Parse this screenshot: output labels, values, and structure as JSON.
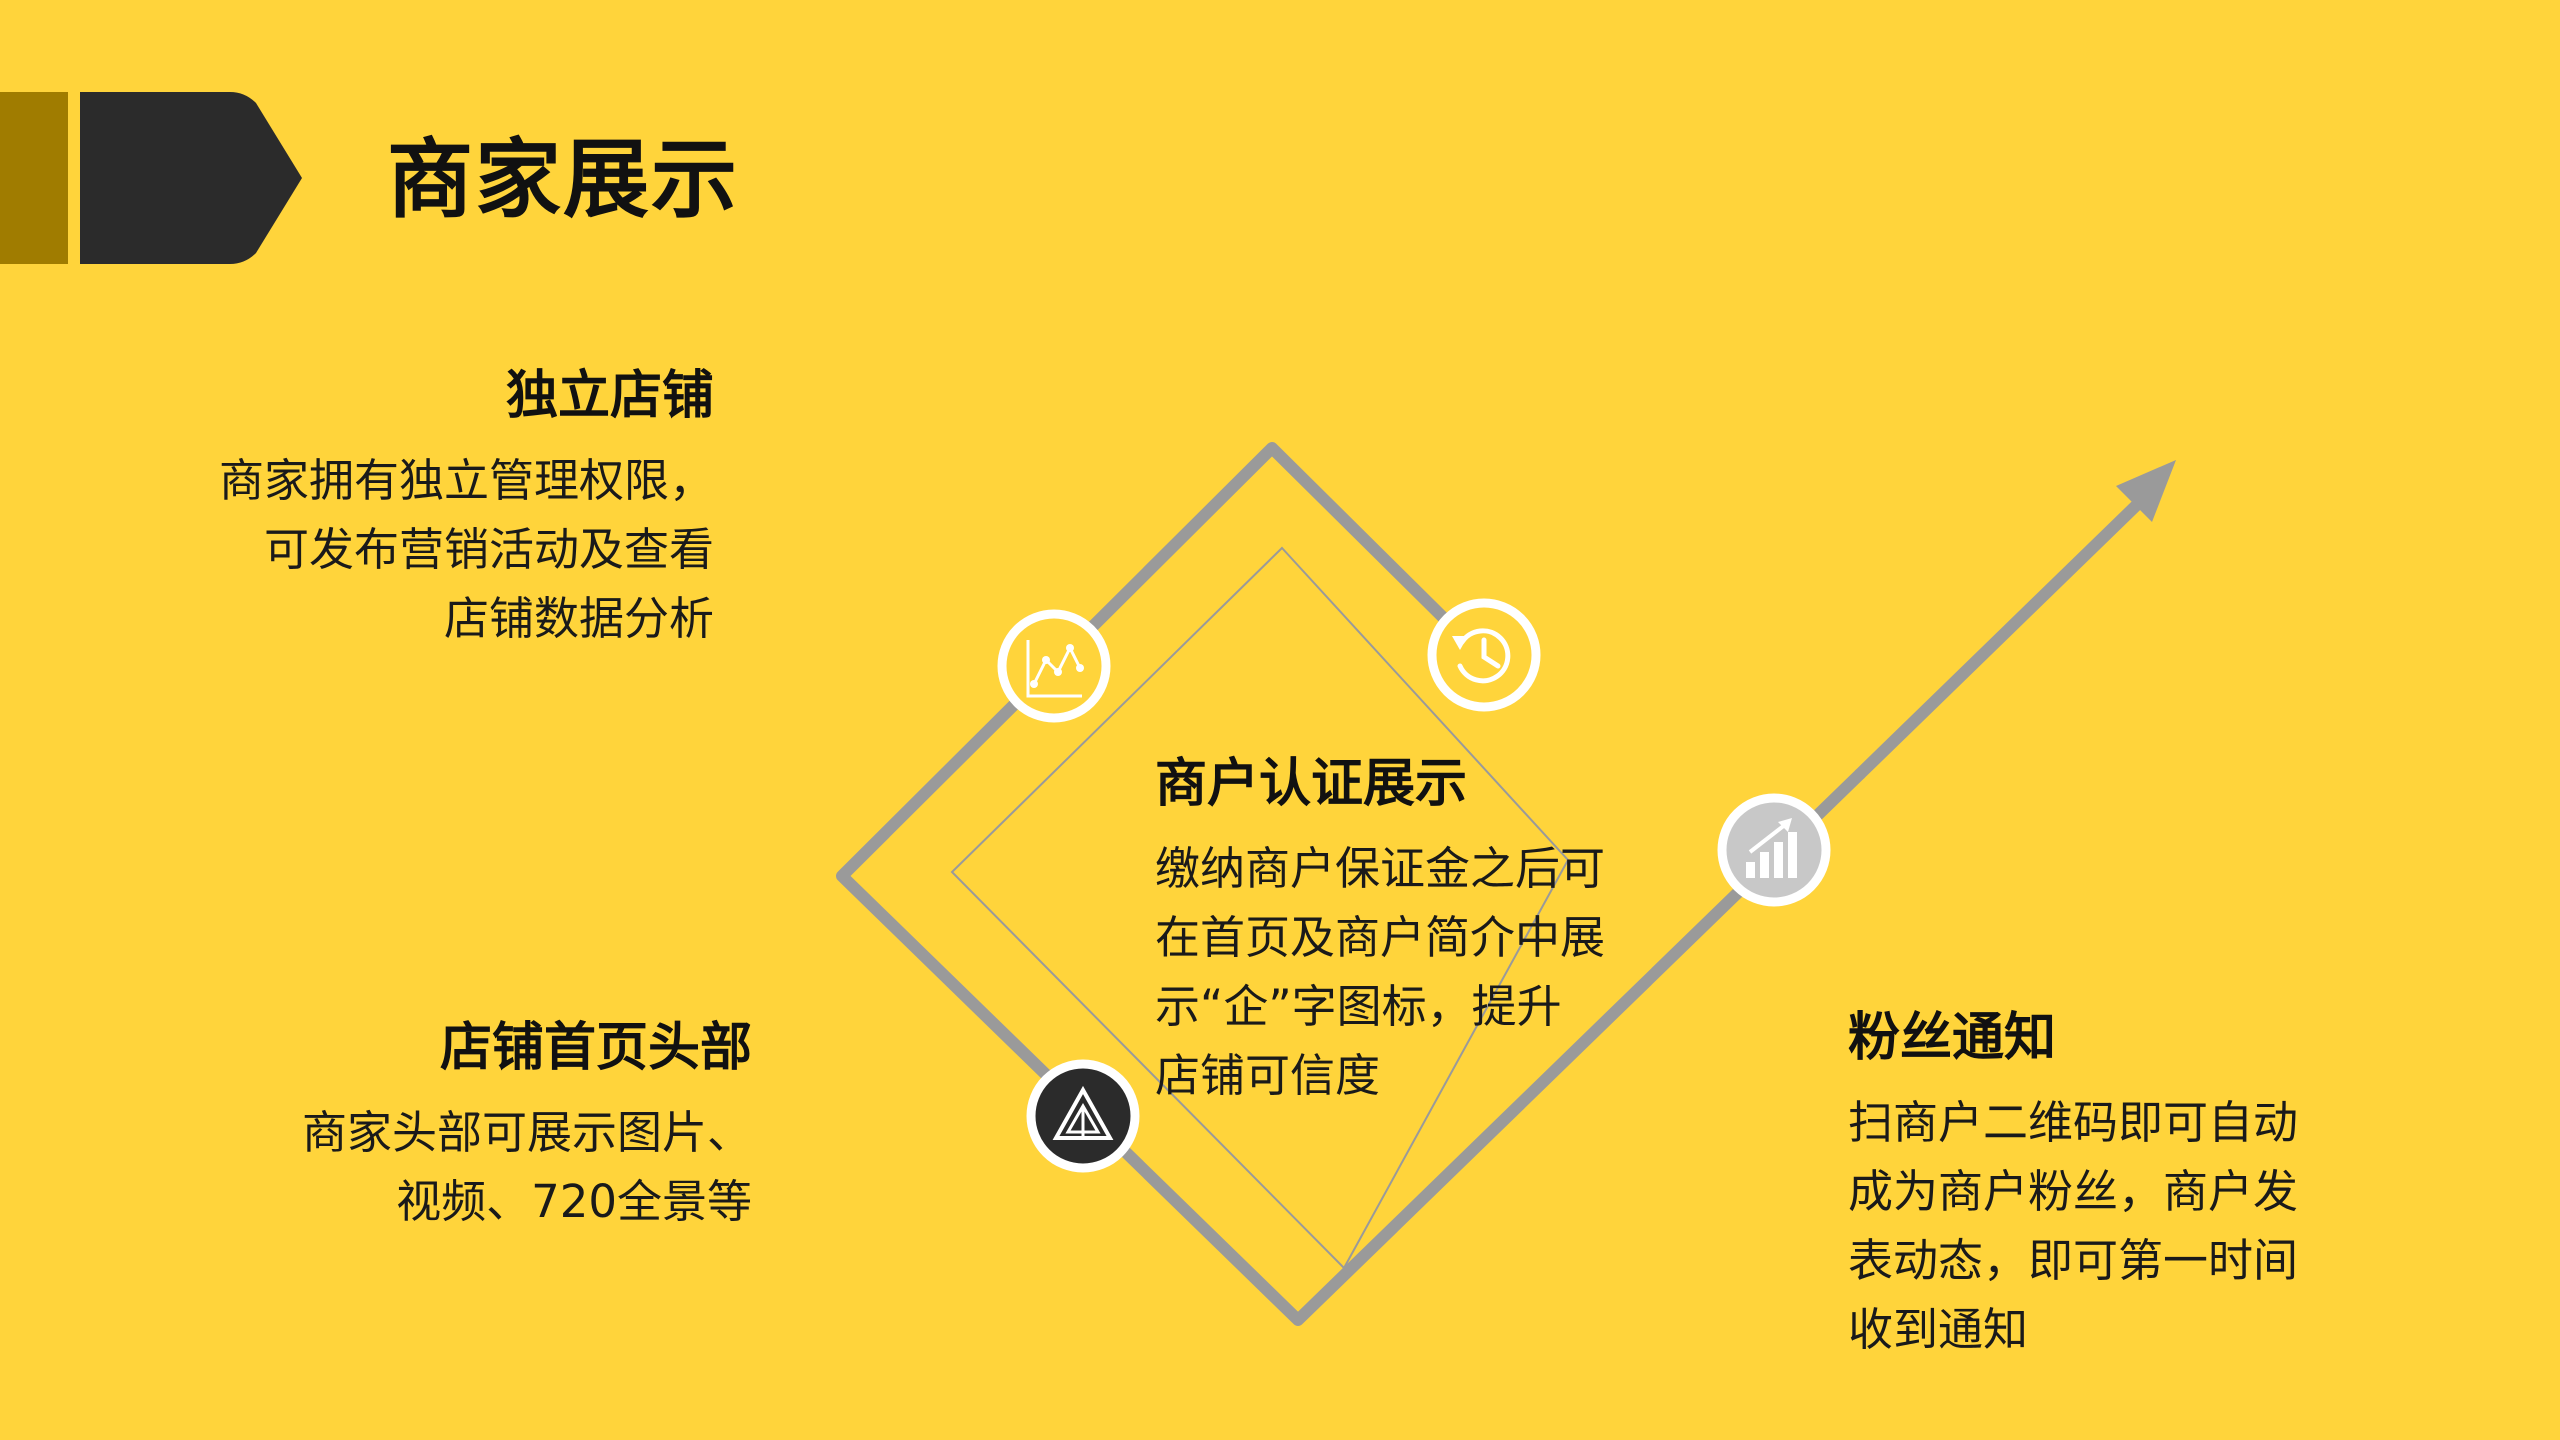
{
  "header": {
    "title": "商家展示"
  },
  "features": [
    {
      "title": "独立店铺",
      "lines": [
        "商家拥有独立管理权限，",
        "可发布营销活动及查看",
        "店铺数据分析"
      ]
    },
    {
      "title": "店铺首页头部",
      "lines": [
        "商家头部可展示图片、",
        "视频、720全景等"
      ]
    },
    {
      "title": "商户认证展示",
      "lines": [
        "缴纳商户保证金之后可",
        "在首页及商户简介中展",
        "示“企”字图标，提升",
        "店铺可信度"
      ]
    },
    {
      "title": "粉丝通知",
      "lines": [
        "扫商户二维码即可自动",
        "成为商户粉丝，商户发",
        "表动态，即可第一时间",
        "收到通知"
      ]
    }
  ],
  "icons": [
    {
      "name": "scatter-chart-icon",
      "style": "yellow"
    },
    {
      "name": "history-clock-icon",
      "style": "yellow"
    },
    {
      "name": "bar-chart-up-icon",
      "style": "gray"
    },
    {
      "name": "triangle-logo-icon",
      "style": "dark"
    }
  ],
  "colors": {
    "background": "#FFD43B",
    "tab_dark": "#2B2B2B",
    "tab_accent": "#A07C00",
    "line_gray": "#9A9A9A",
    "icon_yellow": "#FFD43B",
    "icon_gray": "#C8C8C8",
    "icon_dark": "#2B2B2B",
    "text": "#111111"
  }
}
